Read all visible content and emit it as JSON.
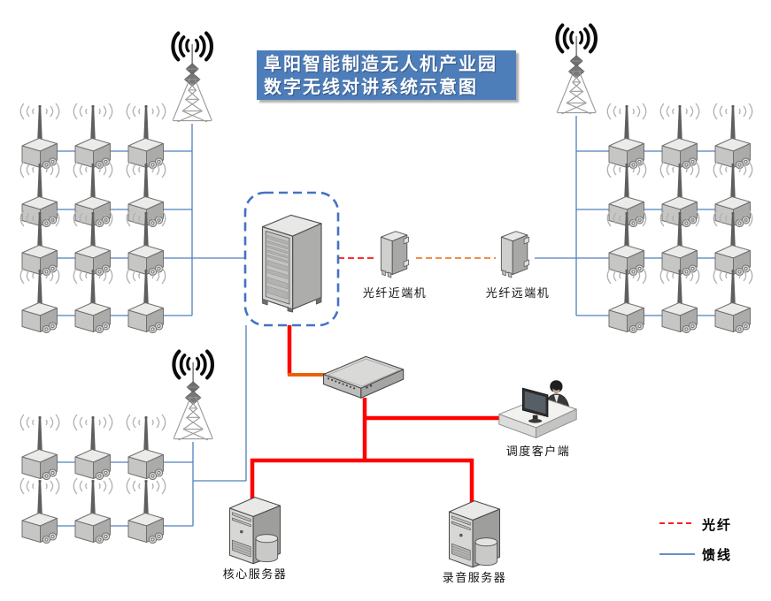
{
  "title": {
    "line1": "阜阳智能制造无人机产业园",
    "line2": "数字无线对讲系统示意图"
  },
  "labels": {
    "fiber_near": "光纤近端机",
    "fiber_far": "光纤远端机",
    "dispatch_client": "调度客户端",
    "core_server": "核心服务器",
    "recording_server": "录音服务器"
  },
  "legend": {
    "fiber": {
      "label": "光纤",
      "color": "#ff0000",
      "style": "dashed"
    },
    "feeder": {
      "label": "馈线",
      "color": "#4f81bd",
      "style": "solid"
    }
  },
  "colors": {
    "title_bg": "#4d7eba",
    "feeder_line": "#4f81bd",
    "fiber_dash_red": "#ff1010",
    "fiber_dash_orange": "#ed7d31",
    "lan_red": "#ff0000",
    "uplink_orange": "#e8610a",
    "dashed_box": "#4472c4"
  },
  "zones": {
    "left_grid": {
      "rows": 4,
      "cols": 3,
      "device": "repeater-antenna"
    },
    "bottom_left_grid": {
      "rows": 2,
      "cols": 3,
      "device": "repeater-antenna"
    },
    "right_grid": {
      "rows": 4,
      "cols": 3,
      "device": "repeater-antenna"
    },
    "towers": 3
  }
}
